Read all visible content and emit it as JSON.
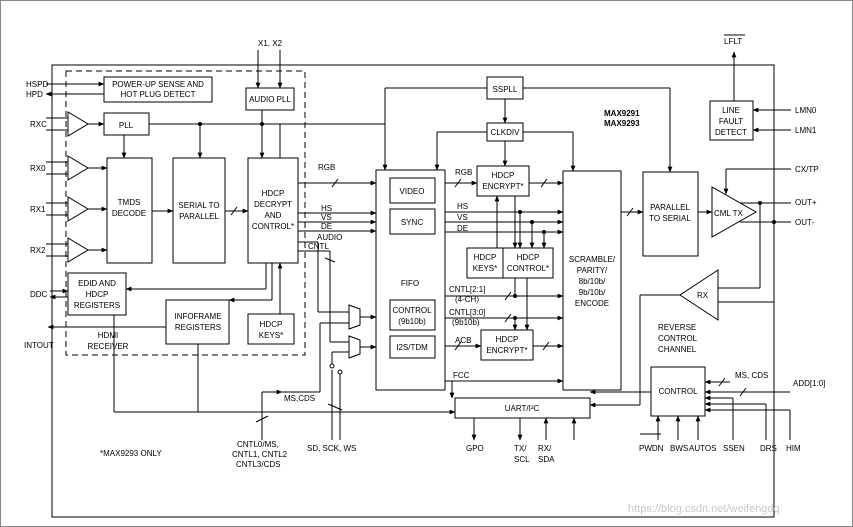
{
  "chip": {
    "name1": "MAX9291",
    "name2": "MAX9293"
  },
  "footnote": "*MAX9293 ONLY",
  "watermark": "https://blog.csdn.net/weifengdq",
  "blocks": {
    "powerup": [
      "POWER-UP SENSE AND",
      "HOT PLUG DETECT"
    ],
    "audio_pll": "AUDIO PLL",
    "pll": "PLL",
    "tmds": [
      "TMDS",
      "DECODE"
    ],
    "serial_to_parallel": [
      "SERIAL TO",
      "PARALLEL"
    ],
    "hdcp_decrypt": [
      "HDCP",
      "DECRYPT",
      "AND",
      "CONTROL*"
    ],
    "edid": [
      "EDID AND",
      "HDCP",
      "REGISTERS"
    ],
    "infoframe": [
      "INFOFRAME",
      "REGISTERS"
    ],
    "hdcp_keys_left": [
      "HDCP",
      "KEYS*"
    ],
    "hdmi_receiver": [
      "HDMI",
      "RECEIVER"
    ],
    "sspll": "SSPLL",
    "clkdiv": "CLKDIV",
    "video": "VIDEO",
    "sync": "SYNC",
    "fifo": "FIFO",
    "control_fifo": [
      "CONTROL",
      "(9b10b)"
    ],
    "i2s_tdm": "I2S/TDM",
    "hdcp_encrypt_top": [
      "HDCP",
      "ENCRYPT*"
    ],
    "hdcp_keys_mid": [
      "HDCP",
      "KEYS*"
    ],
    "hdcp_control_mid": [
      "HDCP",
      "CONTROL*"
    ],
    "hdcp_encrypt_bottom": [
      "HDCP",
      "ENCRYPT*"
    ],
    "scramble": [
      "SCRAMBLE/",
      "PARITY/",
      "8b/10b/",
      "9b/10b/",
      "ENCODE"
    ],
    "parallel_to_serial": [
      "PARALLEL",
      "TO SERIAL"
    ],
    "cml_tx": "CML TX",
    "rx": "RX",
    "line_fault": [
      "LINE",
      "FAULT",
      "DETECT"
    ],
    "uart": "UART/I²C",
    "control_right": "CONTROL",
    "reverse_channel": [
      "REVERSE",
      "CONTROL",
      "CHANNEL"
    ]
  },
  "signals": {
    "x1x2": "X1, X2",
    "rgb_left": "RGB",
    "rgb_right": "RGB",
    "hs": "HS",
    "vs": "VS",
    "de": "DE",
    "audio": "AUDIO",
    "cntl": "CNTL",
    "hs2": "HS",
    "vs2": "VS",
    "de2": "DE",
    "cntl21": "CNTL[2:1]",
    "four_ch": "(4-CH)",
    "cntl30": "CNTL[3:0]",
    "nine_b10b": "(9b10b)",
    "acb": "ACB",
    "fcc": "FCC",
    "ms_cds_left": "MS,CDS",
    "ms_cds_right": "MS, CDS"
  },
  "pins_left": {
    "hspd": "HSPD",
    "hpd": "HPD",
    "rxc": "RXC",
    "rx0": "RX0",
    "rx1": "RX1",
    "rx2": "RX2",
    "ddc": "DDC",
    "intout": "INTOUT"
  },
  "pins_right": {
    "lflt": "LFLT",
    "lmn0": "LMN0",
    "lmn1": "LMN1",
    "cx_tp": "CX/TP",
    "out_p": "OUT+",
    "out_n": "OUT-",
    "add": "ADD[1:0]"
  },
  "pins_bottom": {
    "cntl_group": [
      "CNTL0/MS,",
      "CNTL1, CNTL2",
      "CNTL3/CDS"
    ],
    "sd_sck_ws": "SD, SCK, WS",
    "gpo": "GPO",
    "tx_scl": [
      "TX/",
      "SCL"
    ],
    "rx_sda": [
      "RX/",
      "SDA"
    ],
    "pwdn": "PWDN",
    "bws": "BWS",
    "autos": "AUTOS",
    "ssen": "SSEN",
    "drs": "DRS",
    "him": "HIM"
  }
}
